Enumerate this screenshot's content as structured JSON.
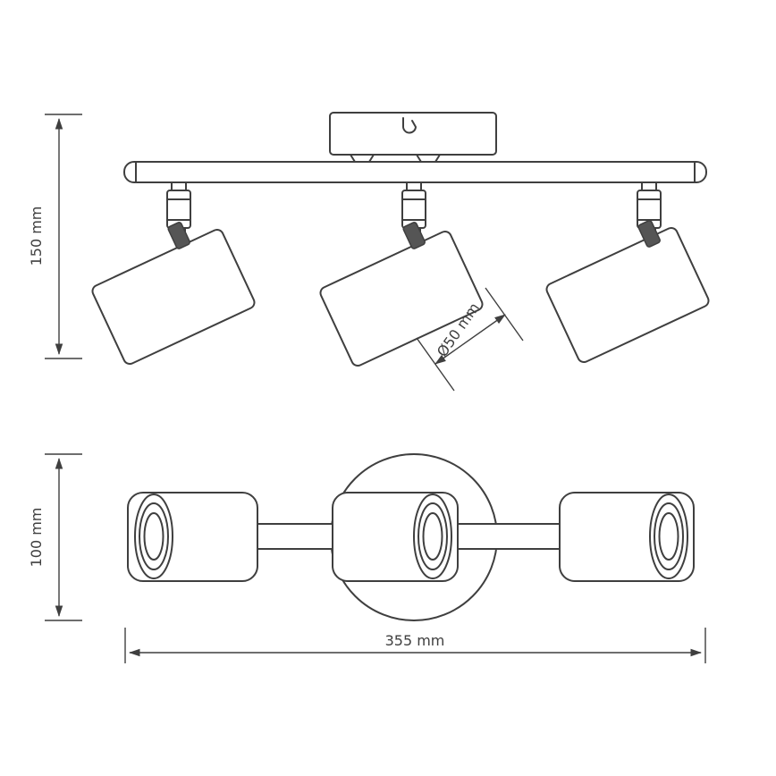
{
  "diagram": {
    "title": "Three-head ceiling spotlight technical drawing",
    "views": {
      "front_view": "front elevation with ceiling rail and three tiltable shades",
      "bottom_view": "bottom view with canopy circle and three lamp holders"
    },
    "dimensions": {
      "fixture_height": "150 mm",
      "shade_diameter": "Ø50 mm",
      "canopy_depth": "100 mm",
      "fixture_width": "355 mm"
    },
    "colors": {
      "line": "#3f3f3f",
      "background": "#ffffff"
    }
  }
}
